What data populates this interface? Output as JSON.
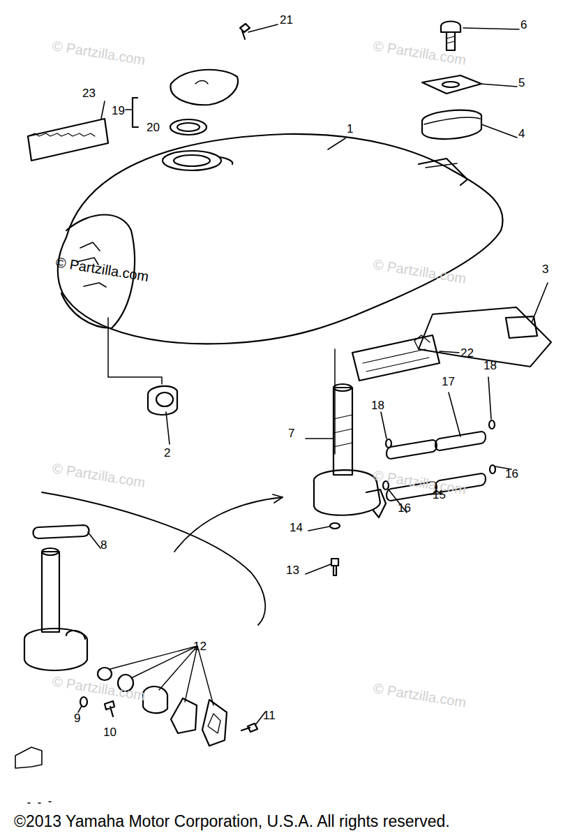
{
  "diagram": {
    "labels": [
      "21",
      "6",
      "23",
      "19",
      "20",
      "1",
      "5",
      "4",
      "3",
      "22",
      "18",
      "18",
      "17",
      "7",
      "2",
      "14",
      "16",
      "16",
      "15",
      "13",
      "8",
      "12",
      "11",
      "9",
      "10",
      "© Partzilla.com",
      "© Partzilla.com",
      "© Partzilla.com",
      "© Partzilla.com",
      "© Partzilla.com",
      "© Partzilla.com",
      "© Partzilla.com",
      "© Partzilla.com",
      "©2013  Yamaha Motor Corporation, U.S.A. All rights reserved."
    ]
  }
}
